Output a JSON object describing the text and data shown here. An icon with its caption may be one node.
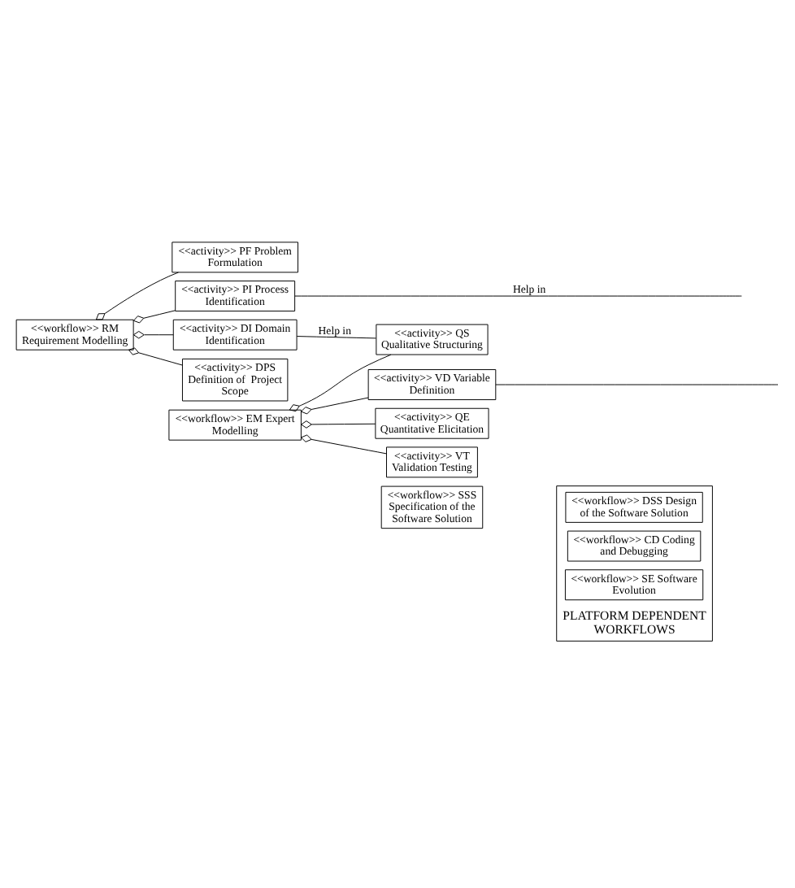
{
  "diagram": {
    "nodes": [
      {
        "text": [
          "<<workflow>> RM Requirement Modelling"
        ]
      },
      {
        "text": [
          "<<activity>> PF Problem Formulation"
        ]
      },
      {
        "text": [
          "<<activity>> PI Process Identification"
        ]
      },
      {
        "text": [
          "<<activity>> DI Domain Identification"
        ]
      },
      {
        "text": [
          "<<activity>> DPS Definition of  Project Scope"
        ]
      },
      {
        "text": [
          "<<workflow>> EM Expert Modelling"
        ]
      },
      {
        "text": [
          "<<activity>> VD Variable Definition"
        ]
      },
      {
        "text": [
          "<<activity>> QS Qualitative Structuring"
        ]
      },
      {
        "text": [
          "<<activity>> QE Quantitative Elicitation"
        ]
      },
      {
        "text": [
          "<<activity>> VT Validation Testing"
        ]
      },
      {
        "text": [
          "<<workflow>> SSS Specification of the Software Solution"
        ]
      },
      {
        "text": [
          "PLATFORM DEPENDENT WORKFLOWS"
        ]
      },
      {
        "text": [
          "<<workflow>> DSS Design of the Software Solution"
        ],
        "in": 11
      },
      {
        "text": [
          "<<workflow>> CD Coding and Debugging"
        ],
        "in": 11
      },
      {
        "text": [
          "<<workflow>> SE Software Evolution"
        ],
        "in": 11
      }
    ],
    "edges": [
      {
        "from": 0,
        "to": 1,
        "arrow": "other"
      },
      {
        "from": 0,
        "to": 2,
        "arrow": "other"
      },
      {
        "from": 0,
        "to": 3,
        "arrow": "other"
      },
      {
        "from": 0,
        "to": 4,
        "arrow": "other"
      },
      {
        "from": 5,
        "to": 6,
        "arrow": "other"
      },
      {
        "from": 5,
        "to": 7,
        "arrow": "other"
      },
      {
        "from": 5,
        "to": 8,
        "arrow": "other"
      },
      {
        "from": 5,
        "to": 9,
        "arrow": "other"
      },
      {
        "from": 2,
        "to": null,
        "arrow": "none",
        "label": "Help in"
      },
      {
        "from": 3,
        "to": 7,
        "arrow": "none",
        "label": "Help in"
      },
      {
        "from": 6,
        "to": null,
        "arrow": "none"
      }
    ]
  }
}
